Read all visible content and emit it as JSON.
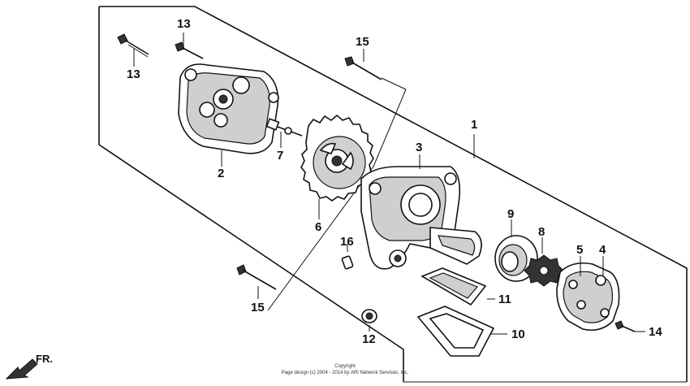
{
  "callouts": {
    "c1": "1",
    "c2": "2",
    "c3": "3",
    "c4": "4",
    "c5": "5",
    "c6": "6",
    "c7": "7",
    "c8": "8",
    "c9": "9",
    "c10": "10",
    "c11": "11",
    "c12": "12",
    "c13a": "13",
    "c13b": "13",
    "c14": "14",
    "c15a": "15",
    "c15b": "15",
    "c16": "16"
  },
  "copyright": {
    "line1": "Copyright",
    "line2": "Page design (c) 2004 - 2014 by ARI Network Services, Inc."
  },
  "direction_label": "FR."
}
